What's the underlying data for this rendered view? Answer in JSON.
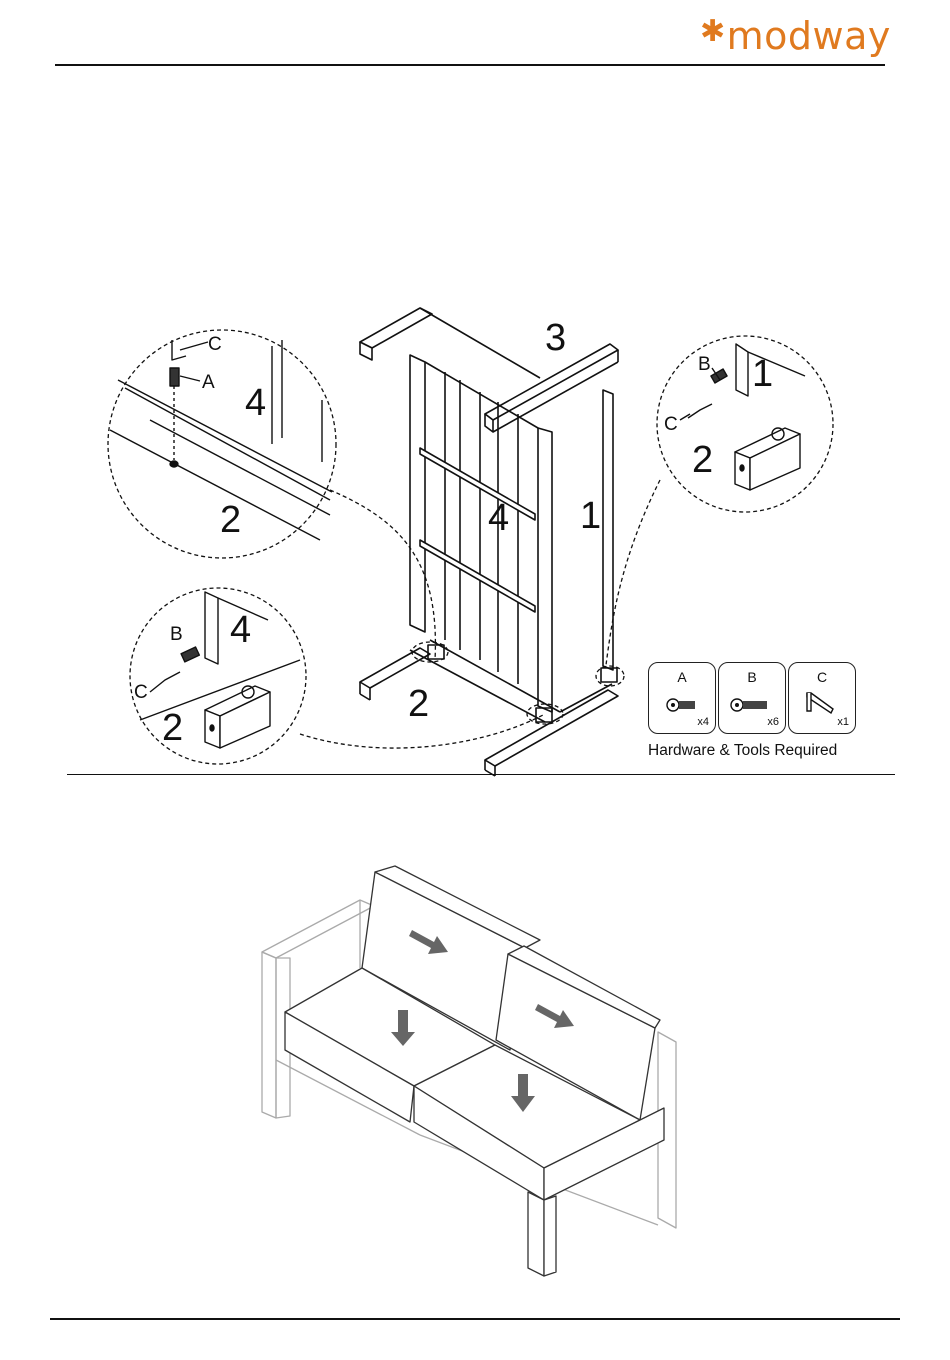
{
  "header": {
    "logo_text": "modway",
    "brand_color": "#e07a1f"
  },
  "step_a": {
    "part_labels": {
      "main_3": "3",
      "main_4": "4",
      "main_1": "1",
      "main_2": "2",
      "detail_tl_4": "4",
      "detail_tl_2": "2",
      "detail_tl_c": "C",
      "detail_tl_a": "A",
      "detail_r_1": "1",
      "detail_r_2": "2",
      "detail_r_b": "B",
      "detail_r_c": "C",
      "detail_bl_4": "4",
      "detail_bl_2": "2",
      "detail_bl_b": "B",
      "detail_bl_c": "C"
    },
    "hardware": [
      {
        "label": "A",
        "qty": "x4",
        "icon": "flat-head-bolt-icon"
      },
      {
        "label": "B",
        "qty": "x6",
        "icon": "long-bolt-icon"
      },
      {
        "label": "C",
        "qty": "x1",
        "icon": "allen-key-icon"
      }
    ],
    "hardware_caption": "Hardware & Tools Required"
  },
  "step_b": {
    "illustration": "sofa-cushion-placement"
  }
}
